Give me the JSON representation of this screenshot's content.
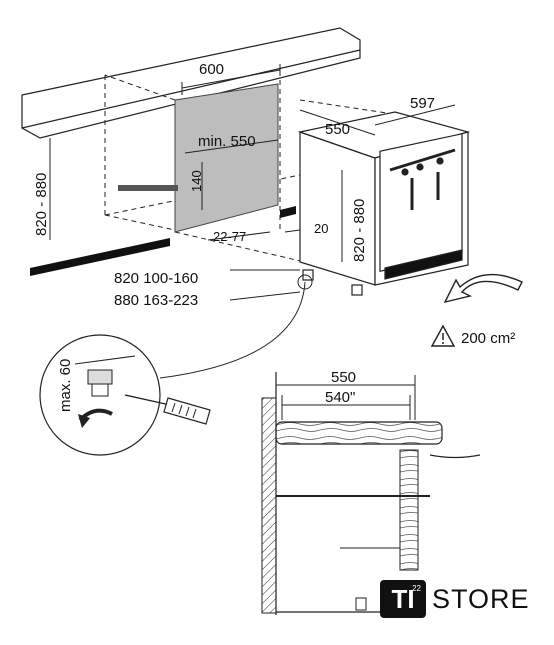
{
  "dimensions": {
    "niche_width": "600",
    "min_depth": "min. 550",
    "depth": "550",
    "width": "597",
    "height_range_left": "820 - 880",
    "height_range_right": "820 - 880",
    "plinth_height": "140",
    "setback": "22-77",
    "gap": "20",
    "foot_row_820": "820  100-160",
    "foot_row_880": "880  163-223",
    "max_adjust": "max. 60",
    "ventilation": "200 cm²"
  },
  "section": {
    "outer_depth": "550",
    "inner_depth": "540\""
  },
  "logo": {
    "mark": "TI",
    "sup": "22",
    "text": "STORE"
  },
  "icons": [
    "warning-icon",
    "airflow-arrow-icon",
    "screwdriver-icon",
    "adjustable-foot-icon"
  ]
}
